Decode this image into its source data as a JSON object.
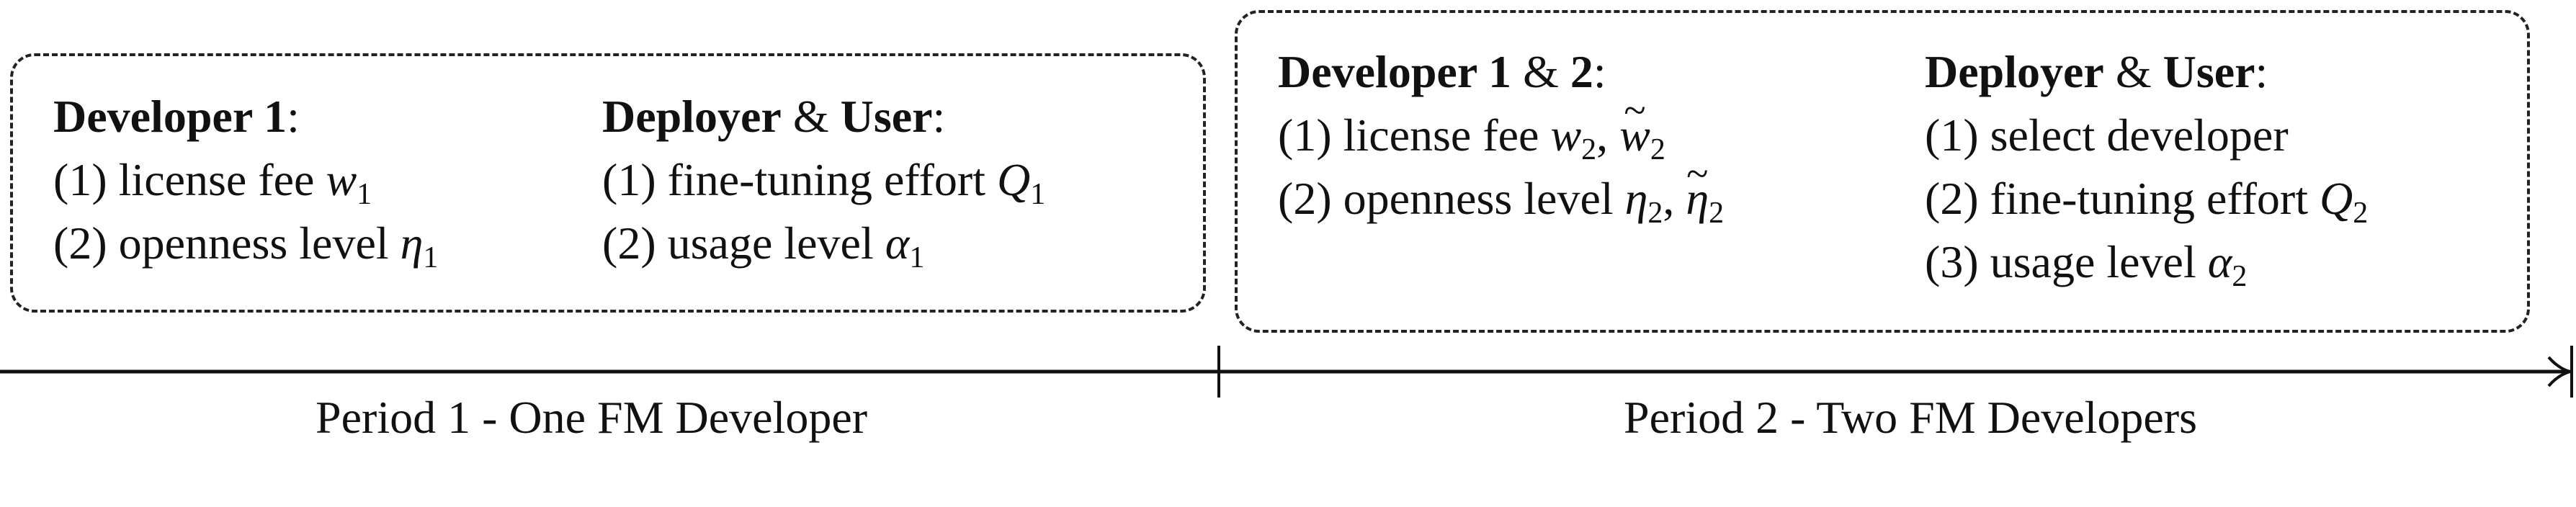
{
  "period1": {
    "developer": {
      "title_bold": "Developer 1",
      "title_suffix": ":",
      "items": [
        "(1) license fee ",
        "(2) openness level "
      ],
      "vars": [
        "w",
        "η"
      ],
      "subs": [
        "1",
        "1"
      ]
    },
    "deployer": {
      "title_bold1": "Deployer",
      "title_amp": " & ",
      "title_bold2": "User",
      "title_suffix": ":",
      "items": [
        "(1) fine-tuning effort ",
        "(2) usage level "
      ],
      "vars": [
        "Q",
        "α"
      ],
      "subs": [
        "1",
        "1"
      ]
    },
    "label": "Period 1 - One FM Developer"
  },
  "period2": {
    "developer": {
      "title_bold1": "Developer 1",
      "title_amp": " & ",
      "title_bold2": "2",
      "title_suffix": ":",
      "items": [
        "(1) license fee ",
        "(2) openness level "
      ],
      "vars": [
        "w",
        "η"
      ],
      "subs": [
        "2",
        "2"
      ],
      "sep": ", "
    },
    "deployer": {
      "title_bold1": "Deployer",
      "title_amp": " & ",
      "title_bold2": "User",
      "title_suffix": ":",
      "items": [
        "(1) select developer",
        "(2) fine-tuning effort ",
        "(3) usage level "
      ],
      "vars": [
        "Q",
        "α"
      ],
      "subs": [
        "2",
        "2"
      ]
    },
    "label": "Period 2 - Two FM Developers"
  }
}
